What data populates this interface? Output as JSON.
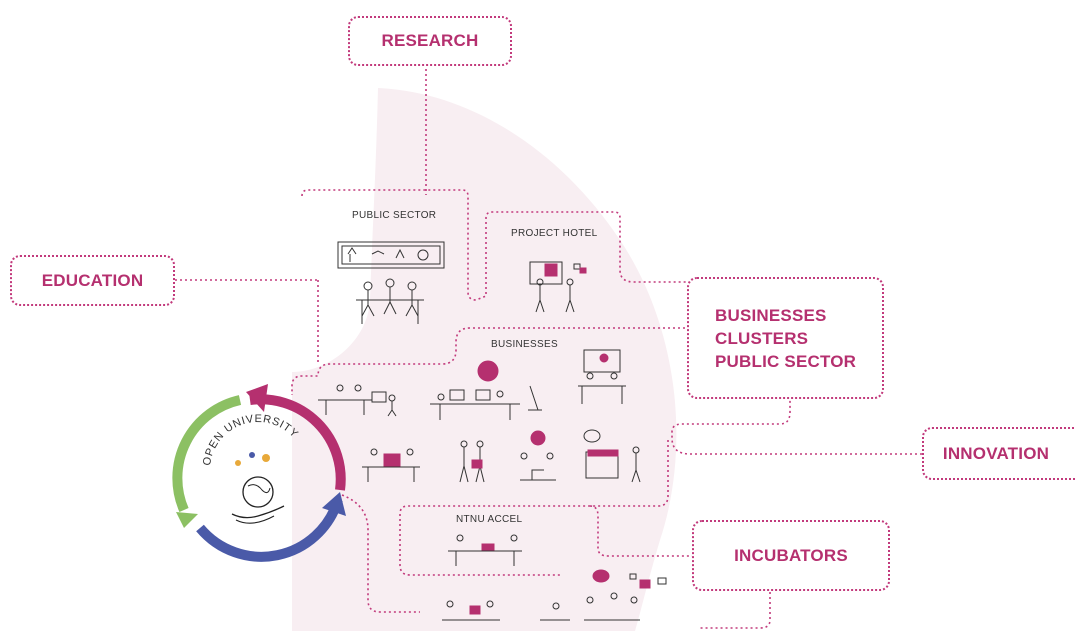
{
  "boxes": {
    "research": "RESEARCH",
    "education": "EDUCATION",
    "businesses_clusters": [
      "BUSINESSES",
      "CLUSTERS",
      "PUBLIC SECTOR"
    ],
    "innovation": "INNOVATION",
    "incubators": "INCUBATORS"
  },
  "regions": {
    "public_sector": "PUBLIC SECTOR",
    "project_hotel": "PROJECT HOTEL",
    "businesses": "BUSINESSES",
    "ntnu_accel": "NTNU ACCEL"
  },
  "cycle": {
    "label": "OPEN UNIVERSITY",
    "colors": {
      "magenta": "#b5306f",
      "blue": "#4a5aa8",
      "green": "#8cc063"
    }
  },
  "colors": {
    "accent": "#c23a7c",
    "blob": "#f8eef2"
  }
}
